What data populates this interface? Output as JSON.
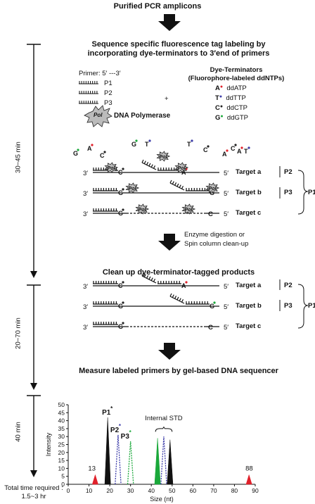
{
  "header": {
    "title": "Purified PCR amplicons"
  },
  "step1": {
    "title_line1": "Sequence specific fluorescence tag labeling by",
    "title_line2": "incorporating dye-terminators to 3′end of primers",
    "primer_label": "Primer: 5′  ---3′",
    "primers": [
      "P1",
      "P2",
      "P3"
    ],
    "polymerase_label": "DNA Polymerase",
    "pol_text": "Pol",
    "plus": "+",
    "dye_title_line1": "Dye-Terminators",
    "dye_title_line2": "(Fluorophore-labeled ddNTPs)",
    "dyes": [
      {
        "base": "A",
        "name": "ddATP",
        "color": "#e0202a"
      },
      {
        "base": "T",
        "name": "ddTTP",
        "color": "#3a3aa8"
      },
      {
        "base": "C",
        "name": "ddCTP",
        "color": "#222222"
      },
      {
        "base": "G",
        "name": "ddGTP",
        "color": "#1aa83a"
      }
    ]
  },
  "targets": [
    "Target a",
    "Target b",
    "Target c"
  ],
  "brackets": {
    "p2": "P2",
    "p3": "P3",
    "p1": "P1"
  },
  "strand_prefix": "3′",
  "strand_suffix": "5′",
  "step2_arrow_label_line1": "Enzyme digestion or",
  "step2_arrow_label_line2": "Spin column clean-up",
  "step2": {
    "title": "Clean up dye-terminator-tagged products"
  },
  "step3": {
    "title": "Measure labeled primers by gel-based DNA sequencer"
  },
  "timeline": {
    "t1": "30~45 min",
    "t2": "20~70 min",
    "t3": "40 min",
    "total_line1": "Total time required :",
    "total_line2": "1.5~3 hr"
  },
  "chart_data": {
    "type": "line",
    "xlabel": "Size (nt)",
    "ylabel": "Intensity",
    "xlim": [
      0,
      90
    ],
    "ylim": [
      0,
      50
    ],
    "xticks": [
      0,
      10,
      20,
      30,
      40,
      50,
      60,
      70,
      80,
      90
    ],
    "yticks": [
      0,
      5,
      10,
      15,
      20,
      25,
      30,
      35,
      40,
      45,
      50
    ],
    "peaks": [
      {
        "x": 13,
        "height": 6,
        "color": "#e0202a",
        "style": "solid"
      },
      {
        "x": 19,
        "height": 42,
        "color": "#111111",
        "style": "solid"
      },
      {
        "x": 24,
        "height": 31,
        "color": "#3a3aa8",
        "style": "dotted"
      },
      {
        "x": 30,
        "height": 27,
        "color": "#1aa83a",
        "style": "dotted"
      },
      {
        "x": 43,
        "height": 29,
        "color": "#1aa83a",
        "style": "solid"
      },
      {
        "x": 46,
        "height": 30,
        "color": "#3a3aa8",
        "style": "dotted"
      },
      {
        "x": 49,
        "height": 28,
        "color": "#111111",
        "style": "solid"
      },
      {
        "x": 87,
        "height": 6,
        "color": "#e0202a",
        "style": "solid"
      }
    ],
    "annotations": {
      "p1": "P1",
      "p2": "P2",
      "p3": "P3",
      "star": "*",
      "internal_std": "Internal STD",
      "label_13": "13",
      "label_88": "88"
    }
  }
}
